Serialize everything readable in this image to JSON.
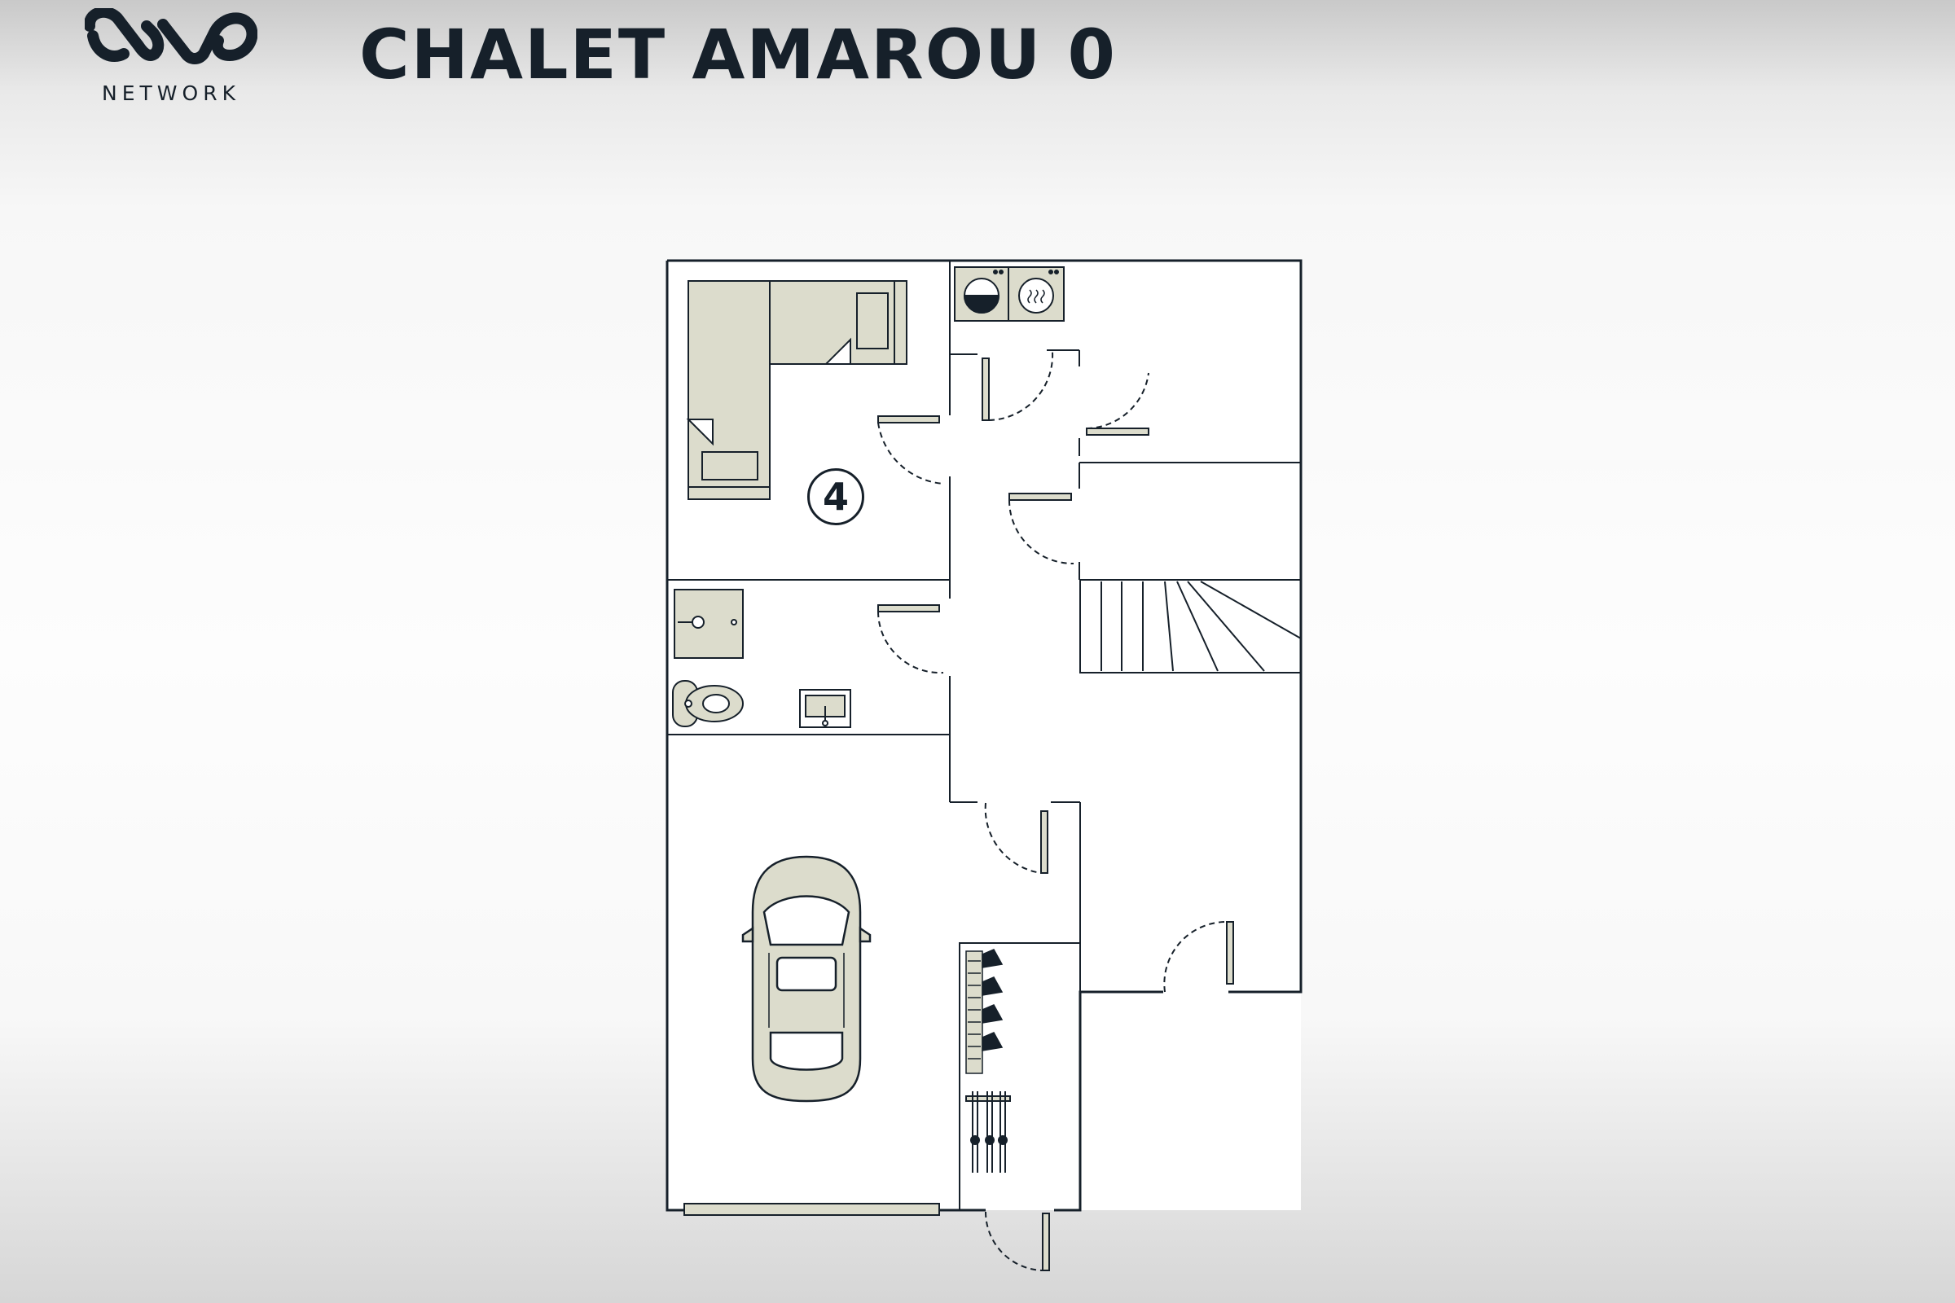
{
  "brand": {
    "name": "NETWORK",
    "logo_icon": "ovo-logo-icon"
  },
  "title": "CHALET AMAROU 0",
  "plan": {
    "room_label": "4",
    "icons": [
      "bed-icon",
      "washing-machine-icon",
      "dryer-icon",
      "shower-icon",
      "toilet-icon",
      "sink-icon",
      "car-icon",
      "ski-boot-rack-icon",
      "ski-rack-icon",
      "staircase-icon",
      "door-swing-icon"
    ]
  },
  "colors": {
    "wall": "#16202a",
    "furniture_fill": "#dcdccc",
    "floor": "#ffffff"
  }
}
